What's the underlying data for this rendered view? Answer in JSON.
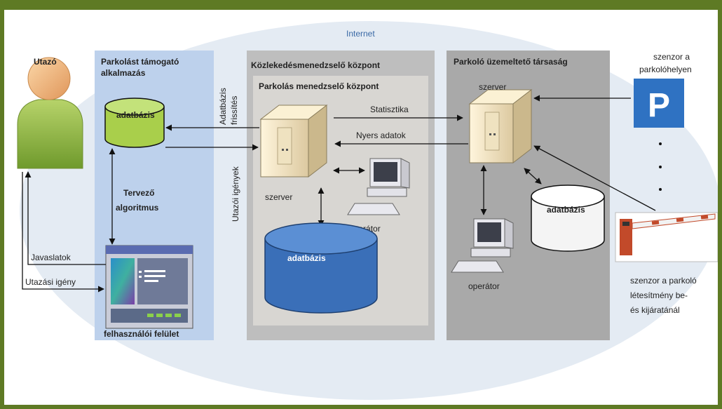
{
  "labels": {
    "internet": "Internet",
    "traveller": "Utazó",
    "app_title_line1": "Parkolást támogató",
    "app_title_line2": "alkalmazás",
    "app_db": "adatbázis",
    "planner_line1": "Tervező",
    "planner_line2": "algoritmus",
    "ui": "felhasználói felület",
    "suggestions": "Javaslatok",
    "travel_request": "Utazási igény",
    "db_update_line1": "Adatbázis",
    "db_update_line2": "frissítés",
    "travel_requirements": "Utazói igények",
    "tmc_title": "Közlekedésmenedzselő központ",
    "pmc_title": "Parkolás menedzselő központ",
    "statistics": "Statisztika",
    "raw_data": "Nyers adatok",
    "tmc_server": "szerver",
    "tmc_operator": "operátor",
    "tmc_db": "adatbázis",
    "operator_company": "Parkoló üzemeltető társaság",
    "op_server": "szerver",
    "op_db": "adatbázis",
    "op_operator": "operátor",
    "sensor_spot_line1": "szenzor a",
    "sensor_spot_line2": "parkolóhelyen",
    "parking_sign": "P",
    "sensor_gate_line1": "szenzor a parkoló",
    "sensor_gate_line2": "létesítmény be-",
    "sensor_gate_line3": "és kijáratánál"
  },
  "colors": {
    "frame": "#5e7a24",
    "internet_ellipse": "#e4ebf3",
    "app_panel": "#bdd1ec",
    "tmc_panel": "#bebebe",
    "pmc_panel": "#d8d6d2",
    "operator_panel": "#a9a9a9",
    "db_green": "#a9cf4b",
    "db_blue": "#3a6fb8",
    "parking_sign": "#2f72c2",
    "gate_red": "#c24a2a"
  },
  "icons": {
    "person": "person-icon",
    "server": "server-icon",
    "workstation": "workstation-icon",
    "database": "database-icon",
    "ui_window": "app-window-icon",
    "parking_sign": "parking-sign-icon",
    "barrier": "barrier-gate-icon"
  }
}
